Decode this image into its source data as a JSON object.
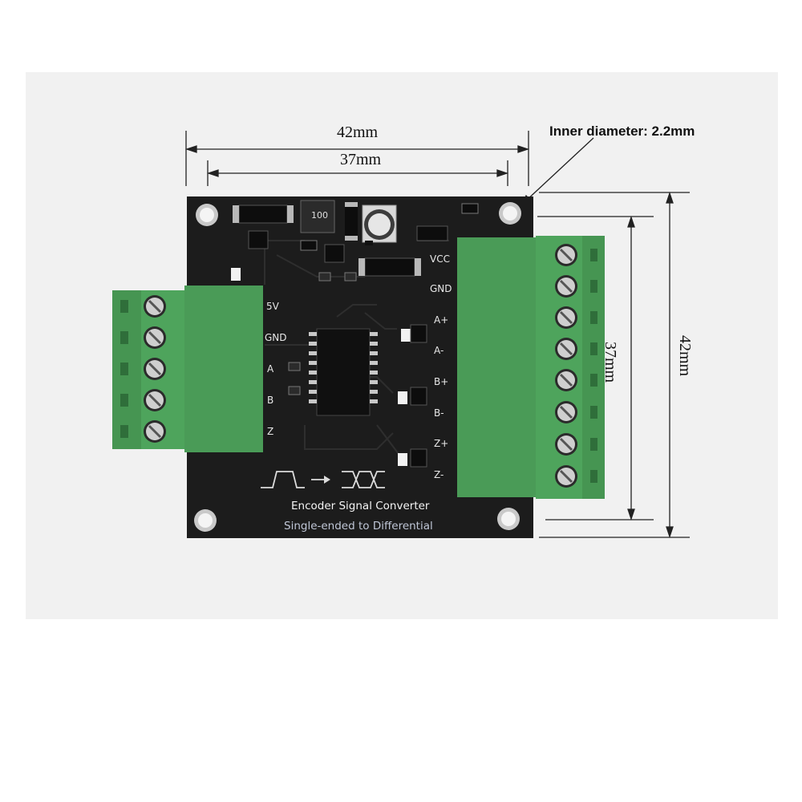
{
  "dimensions": {
    "width_outer": "42mm",
    "width_inner": "37mm",
    "height_inner": "37mm",
    "height_outer": "42mm",
    "hole_note": "Inner diameter: 2.2mm"
  },
  "board": {
    "title": "Encoder Signal Converter",
    "subtitle": "Single-ended to Differential",
    "inductor_marking": "100",
    "left_pins": [
      "5V",
      "GND",
      "A",
      "B",
      "Z"
    ],
    "right_pins": [
      "VCC",
      "GND",
      "A+",
      "A-",
      "B+",
      "B-",
      "Z+",
      "Z-"
    ]
  },
  "colors": {
    "pcb": "#1c1c1c",
    "terminal": "#4ea45c",
    "background_panel": "#f1f1f1"
  }
}
